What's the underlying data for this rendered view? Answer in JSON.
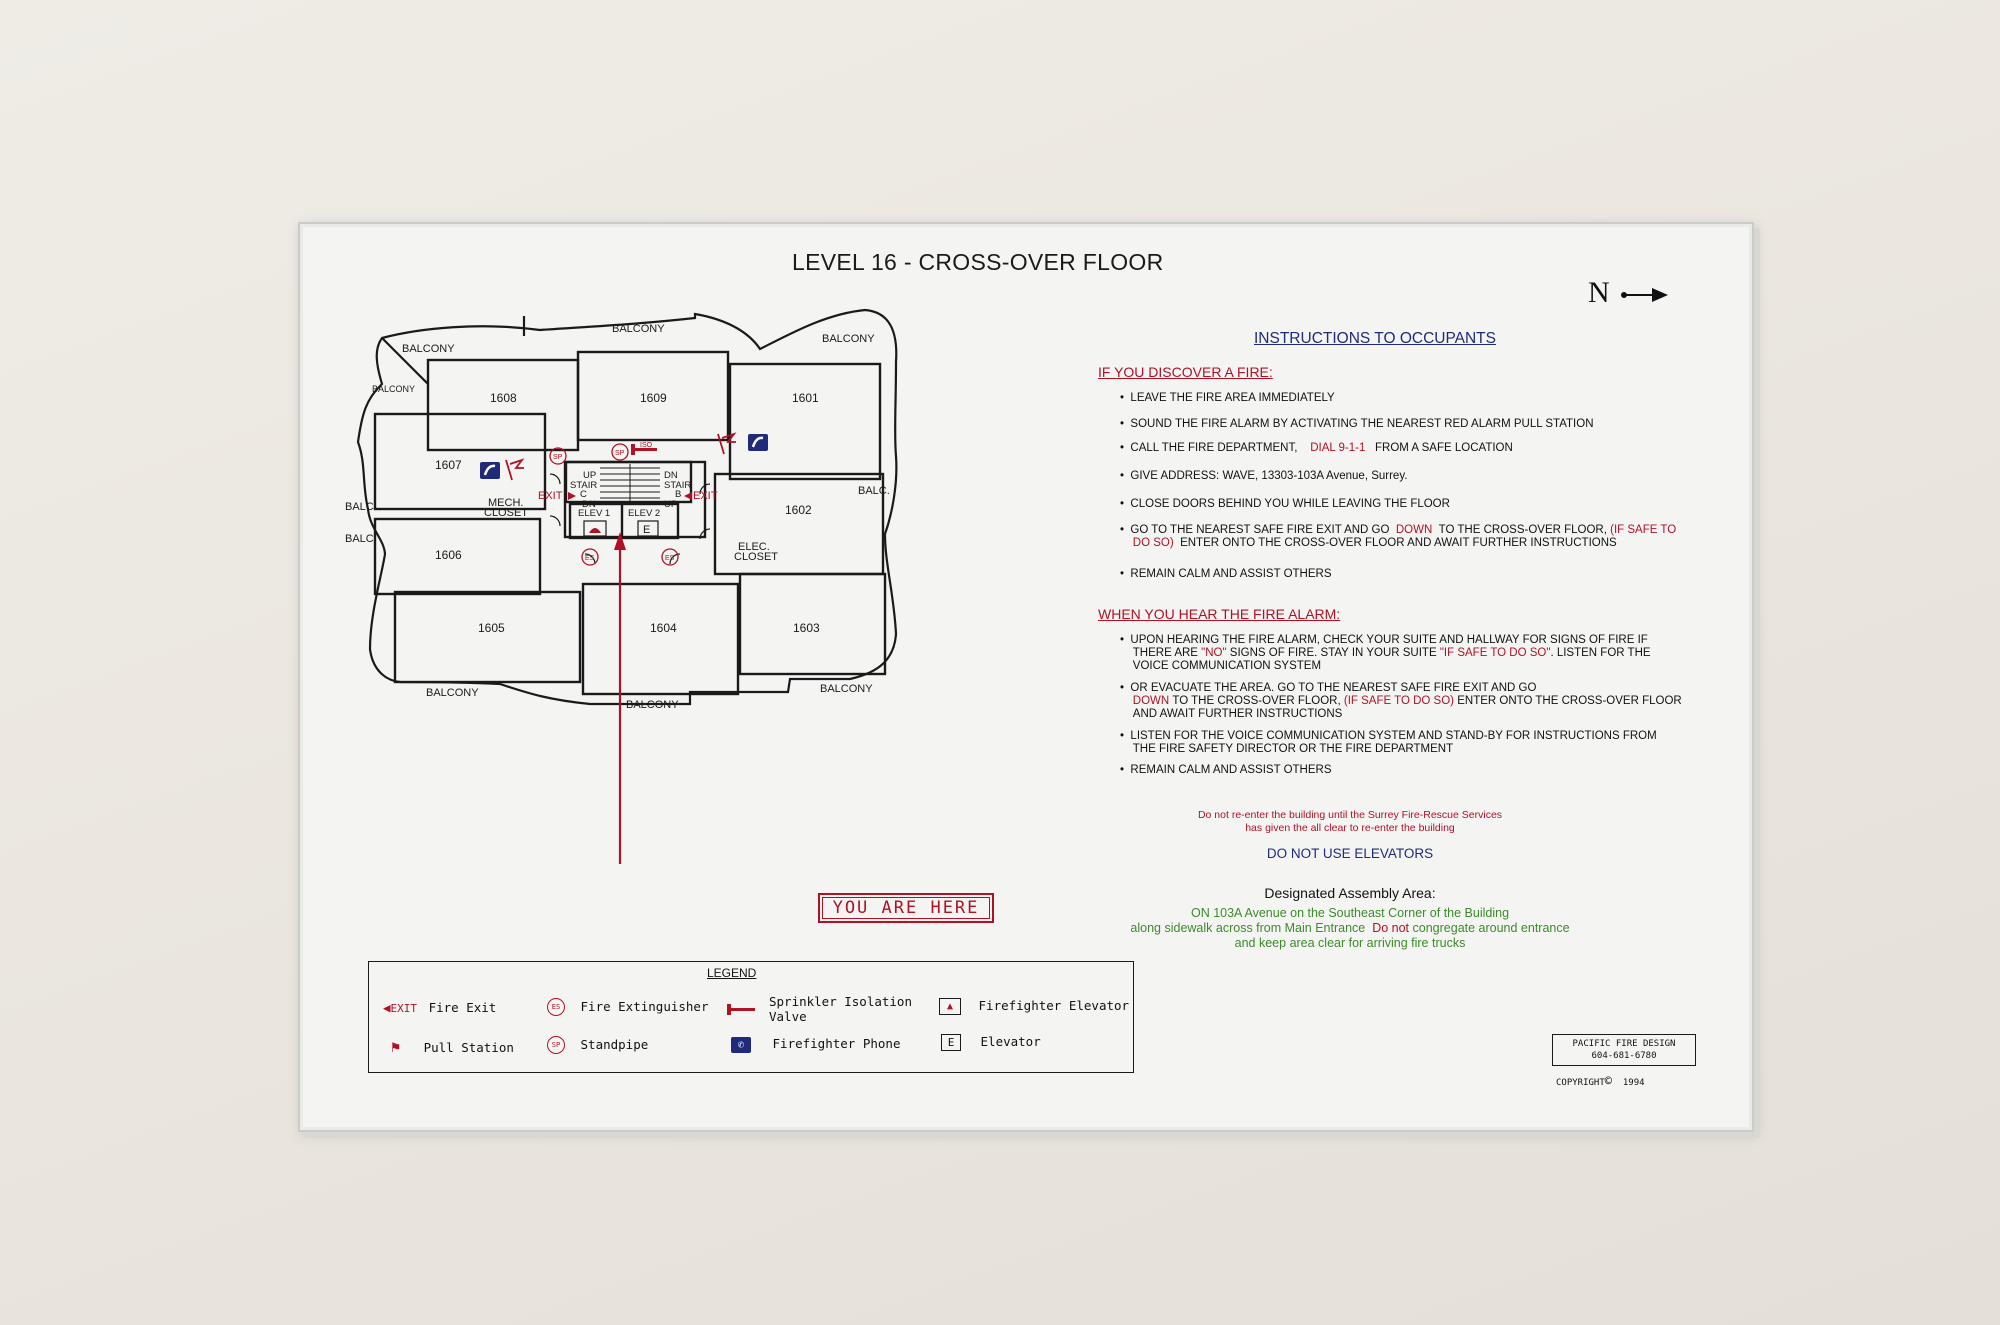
{
  "title": "LEVEL 16 - CROSS-OVER FLOOR",
  "compass": "N",
  "plan": {
    "rooms": [
      "1608",
      "1609",
      "1601",
      "1607",
      "1602",
      "1606",
      "1605",
      "1604",
      "1603"
    ],
    "balconies": [
      "BALCONY",
      "BALCONY",
      "BALCONY",
      "BALCONY",
      "BALCONY",
      "BALCONY",
      "BALCONY"
    ],
    "balc_short": [
      "BALC.",
      "BALC.",
      "BALC."
    ],
    "mech_closet": [
      "MECH.",
      "CLOSET"
    ],
    "elec_closet": [
      "ELEC.",
      "CLOSET"
    ],
    "stair_c": [
      "UP",
      "STAIR",
      "C",
      "DN"
    ],
    "stair_b": [
      "DN",
      "STAIR",
      "B",
      "UP"
    ],
    "exit": "EXIT",
    "elev1": "ELEV 1",
    "elev2": "ELEV 2",
    "elev_e": "E",
    "sp": "SP",
    "es": "ES",
    "iso": "ISO",
    "you_are_here": "YOU ARE HERE"
  },
  "legend": {
    "title": "LEGEND",
    "exit_mark": "EXIT",
    "fire_exit": "Fire Exit",
    "pull_station": "Pull Station",
    "fire_extinguisher": "Fire Extinguisher",
    "standpipe": "Standpipe",
    "sprinkler_line1": "Sprinkler Isolation",
    "sprinkler_line2": "Valve",
    "ff_phone": "Firefighter Phone",
    "ff_elevator": "Firefighter Elevator",
    "elevator": "Elevator"
  },
  "instructions": {
    "heading": "INSTRUCTIONS TO OCCUPANTS",
    "discover_heading": "IF YOU DISCOVER A FIRE:",
    "d1": "LEAVE THE FIRE AREA IMMEDIATELY",
    "d2": "SOUND THE FIRE ALARM BY ACTIVATING THE NEAREST RED ALARM PULL STATION",
    "d3a": "CALL THE FIRE DEPARTMENT,",
    "d3b": "DIAL 9-1-1",
    "d3c": "FROM A SAFE LOCATION",
    "d4": "GIVE ADDRESS:  WAVE, 13303-103A Avenue, Surrey.",
    "d5": "CLOSE DOORS BEHIND YOU WHILE LEAVING THE FLOOR",
    "d6a": "GO TO THE NEAREST SAFE FIRE EXIT AND GO",
    "d6b": "DOWN",
    "d6c": "TO THE CROSS-OVER FLOOR,",
    "d6d": "(IF SAFE TO",
    "d6e": "DO SO)",
    "d6f": "ENTER ONTO THE CROSS-OVER FLOOR AND AWAIT FURTHER INSTRUCTIONS",
    "d7": "REMAIN CALM AND ASSIST OTHERS",
    "hear_heading": "WHEN YOU HEAR THE FIRE ALARM:",
    "h1a": "UPON HEARING THE FIRE ALARM, CHECK YOUR SUITE AND HALLWAY FOR SIGNS OF FIRE IF",
    "h1b": "THERE ARE",
    "h1c": "\"NO\"",
    "h1d": "SIGNS OF FIRE. STAY IN YOUR SUITE",
    "h1e": "\"IF SAFE TO DO SO\"",
    "h1f": ". LISTEN FOR THE",
    "h1g": "VOICE COMMUNICATION SYSTEM",
    "h2a": "OR EVACUATE THE AREA. GO TO THE NEAREST SAFE FIRE EXIT AND GO",
    "h2b": "DOWN",
    "h2c": "TO THE CROSS-OVER FLOOR,",
    "h2d": "(IF SAFE TO DO SO)",
    "h2e": "ENTER ONTO THE CROSS-OVER FLOOR",
    "h2f": "AND AWAIT FURTHER INSTRUCTIONS",
    "h3a": "LISTEN FOR THE VOICE COMMUNICATION SYSTEM AND STAND-BY FOR INSTRUCTIONS FROM",
    "h3b": "THE FIRE SAFETY DIRECTOR OR THE FIRE DEPARTMENT",
    "h4": "REMAIN CALM AND ASSIST OTHERS",
    "reenter1": "Do not re-enter the building until the Surrey Fire-Rescue Services",
    "reenter2": "has given the all clear to re-enter the building",
    "no_elev": "DO NOT USE ELEVATORS",
    "assembly_title": "Designated Assembly Area:",
    "assembly1": "ON 103A Avenue on the Southeast Corner of the Building",
    "assembly2a": "along sidewalk across from Main Entrance",
    "assembly2b": "Do not",
    "assembly2c": "congregate around entrance",
    "assembly3": "and keep area clear for arriving fire trucks"
  },
  "credit": {
    "company": "PACIFIC FIRE DESIGN",
    "phone": "604-681-6780",
    "copyright_pre": "COPYRIGHT",
    "copyright_symbol": "©",
    "copyright_year": "1994"
  },
  "colors": {
    "red": "#b01125",
    "navy": "#1f2a7a",
    "green": "#3d8a2c",
    "wall": "#ece9e3"
  }
}
